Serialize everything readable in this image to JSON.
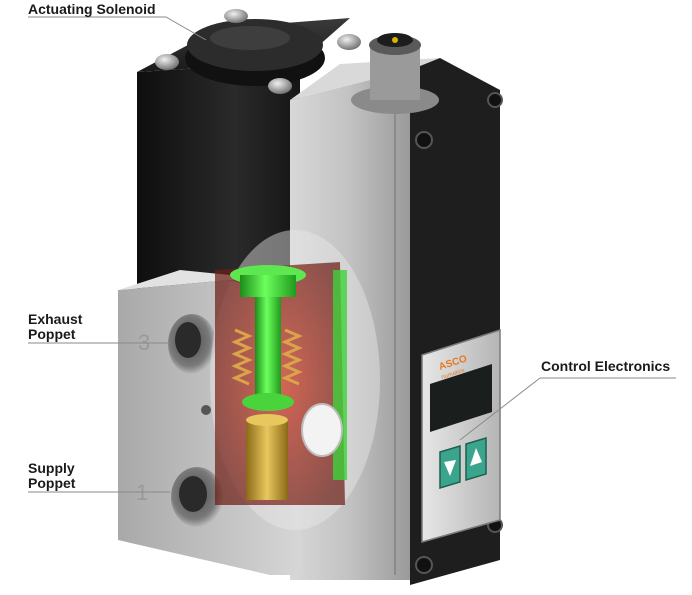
{
  "labels": {
    "actuating_solenoid": "Actuating Solenoid",
    "exhaust_poppet_line1": "Exhaust",
    "exhaust_poppet_line2": "Poppet",
    "supply_poppet_line1": "Supply",
    "supply_poppet_line2": "Poppet",
    "control_electronics": "Control Electronics"
  },
  "port_markings": {
    "port_3": "3",
    "port_1": "1"
  },
  "brand": {
    "line1": "ASCO",
    "line2": "numatics"
  },
  "colors": {
    "housing_dark": "#1b1b1b",
    "aluminum": "#bcbcbc",
    "accent_green": "#3fd23a",
    "cutaway_red": "#c0392b",
    "brass": "#c9a13a",
    "panel_green": "#3aa58c",
    "brand_orange": "#e87722"
  }
}
